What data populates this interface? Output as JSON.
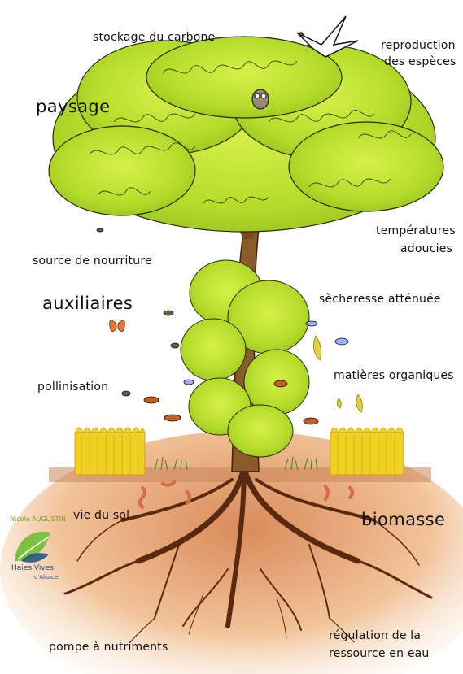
{
  "labels": {
    "carbon": "stockage du carbone",
    "reproduction_line1": "reproduction",
    "reproduction_line2": "des espèces",
    "landscape": "paysage",
    "temperatures_line1": "températures",
    "temperatures_line2": "adoucies",
    "food": "source de nourriture",
    "auxiliaries": "auxiliaires",
    "drought": "sècheresse atténuée",
    "pollination": "pollinisation",
    "organic": "matières organiques",
    "soil_life": "vie du sol",
    "biomass": "biomasse",
    "nutrient_pump": "pompe à nutriments",
    "water_line1": "régulation de la",
    "water_line2": "ressource en eau"
  },
  "credits": {
    "author": "Nicole AUGUSTIN",
    "logo_line1": "Haies Vives",
    "logo_line2": "d'Alsace"
  },
  "colors": {
    "foliage": "#b8e02a",
    "foliage_dark": "#8cbf1c",
    "trunk": "#8a5a2b",
    "soil": "#e8a878",
    "wheat": "#f0d020",
    "roots": "#5a2a10",
    "logo_green": "#7cc242",
    "logo_blue": "#1c4f7c"
  }
}
